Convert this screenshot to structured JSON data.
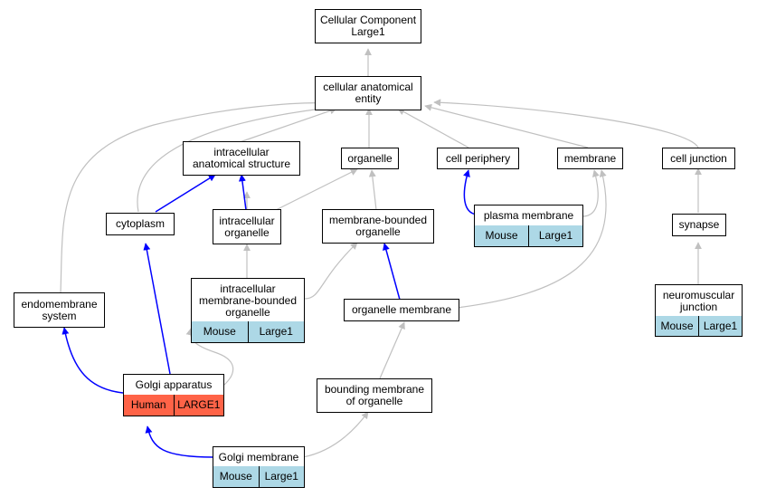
{
  "colors": {
    "gray_edge": "#c0c0c0",
    "blue_edge": "#0000ff",
    "mouse_fill": "#add8e6",
    "human_fill": "#ff6347"
  },
  "nodes": {
    "root": {
      "line1": "Cellular Component",
      "line2": "Large1"
    },
    "cellular_anatomical_entity": "cellular anatomical\nentity",
    "intracellular_anatomical_structure": "intracellular\nanatomical structure",
    "organelle": "organelle",
    "cell_periphery": "cell periphery",
    "membrane": "membrane",
    "cell_junction": "cell junction",
    "cytoplasm": "cytoplasm",
    "intracellular_organelle": "intracellular\norganelle",
    "membrane_bounded_organelle": "membrane-bounded\norganelle",
    "plasma_membrane": {
      "label": "plasma membrane",
      "species": "Mouse",
      "gene": "Large1"
    },
    "synapse": "synapse",
    "intracellular_membrane_bounded_organelle": {
      "label": "intracellular\nmembrane-bounded\norganelle",
      "species": "Mouse",
      "gene": "Large1"
    },
    "neuromuscular_junction": {
      "label": "neuromuscular\njunction",
      "species": "Mouse",
      "gene": "Large1"
    },
    "endomembrane_system": "endomembrane\nsystem",
    "organelle_membrane": "organelle membrane",
    "golgi_apparatus": {
      "label": "Golgi apparatus",
      "species": "Human",
      "gene": "LARGE1"
    },
    "bounding_membrane": "bounding membrane\nof organelle",
    "golgi_membrane": {
      "label": "Golgi membrane",
      "species": "Mouse",
      "gene": "Large1"
    }
  }
}
